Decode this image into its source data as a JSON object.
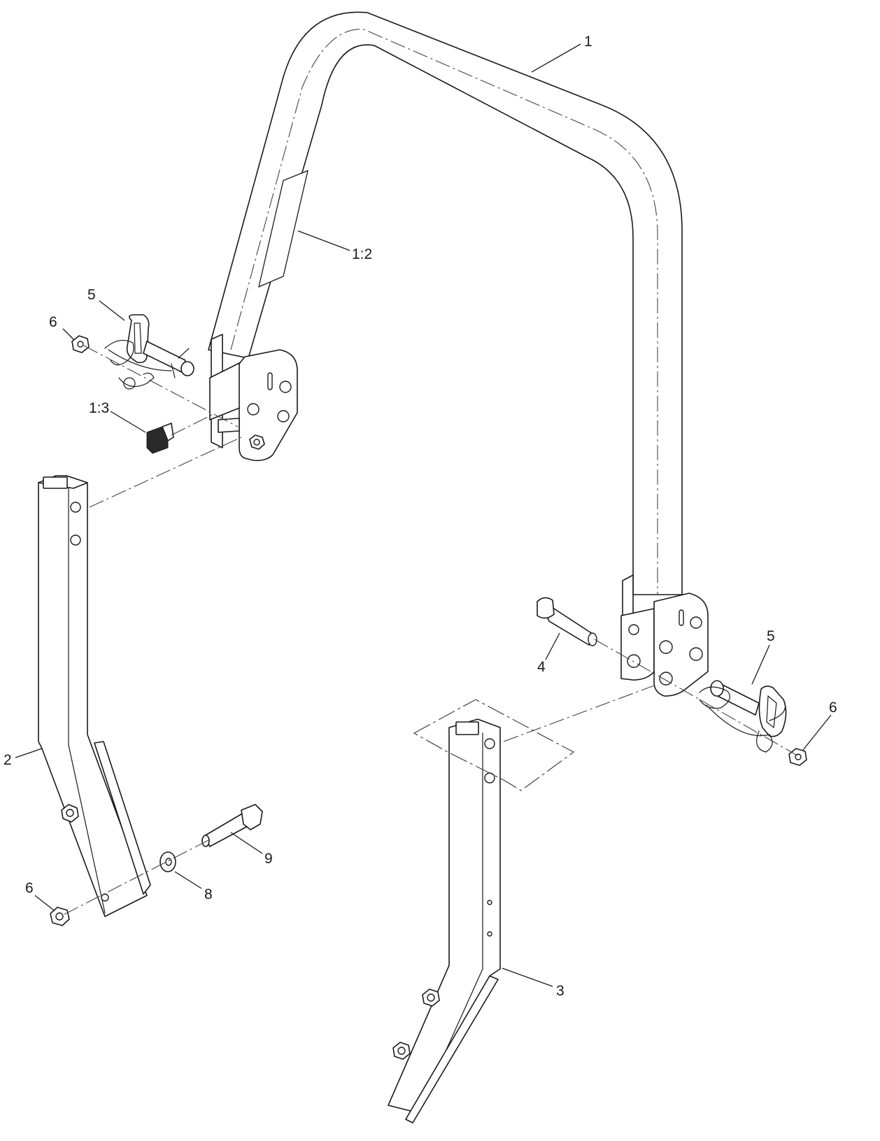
{
  "diagram": {
    "callouts": [
      {
        "id": "c1",
        "text": "1"
      },
      {
        "id": "c1-2",
        "text": "1:2"
      },
      {
        "id": "c1-3",
        "text": "1:3"
      },
      {
        "id": "c2",
        "text": "2"
      },
      {
        "id": "c3",
        "text": "3"
      },
      {
        "id": "c4",
        "text": "4"
      },
      {
        "id": "c5a",
        "text": "5"
      },
      {
        "id": "c5b",
        "text": "5"
      },
      {
        "id": "c6a",
        "text": "6"
      },
      {
        "id": "c6b",
        "text": "6"
      },
      {
        "id": "c6c",
        "text": "6"
      },
      {
        "id": "c8",
        "text": "8"
      },
      {
        "id": "c9",
        "text": "9"
      }
    ]
  }
}
